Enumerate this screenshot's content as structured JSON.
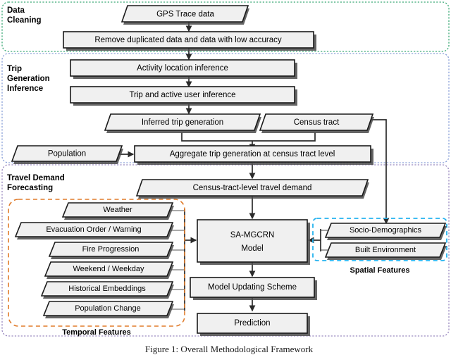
{
  "figure": {
    "caption": "Figure 1: Overall Methodological Framework"
  },
  "sections": [
    {
      "id": "data-cleaning",
      "label_line1": "Data",
      "label_line2": "Cleaning",
      "border_color": "#3faa78"
    },
    {
      "id": "trip-generation-inference",
      "label_line1": "Trip",
      "label_line2": "Generation",
      "label_line3": "Inference",
      "border_color": "#8aa0d8"
    },
    {
      "id": "travel-demand-forecasting",
      "label_line1": "Travel Demand",
      "label_line2": "Forecasting",
      "border_color": "#9a8ac0"
    }
  ],
  "groups": {
    "temporal": {
      "caption": "Temporal Features",
      "border_color": "#e07b2a"
    },
    "spatial": {
      "caption": "Spatial Features",
      "border_color": "#24b2ef"
    }
  },
  "nodes": {
    "gps_trace": {
      "label": "GPS Trace data",
      "shape": "parallelogram"
    },
    "remove_dup": {
      "label": "Remove duplicated data and data with low accuracy",
      "shape": "rect"
    },
    "activity_location": {
      "label": "Activity location inference",
      "shape": "rect"
    },
    "trip_active_user": {
      "label": "Trip and active user inference",
      "shape": "rect"
    },
    "inferred_trip": {
      "label": "Inferred trip generation",
      "shape": "parallelogram"
    },
    "census_tract": {
      "label": "Census tract",
      "shape": "parallelogram"
    },
    "population": {
      "label": "Population",
      "shape": "parallelogram"
    },
    "aggregate_trip": {
      "label": "Aggregate trip generation at census tract level",
      "shape": "rect"
    },
    "census_tract_demand": {
      "label": "Census-tract-level travel demand",
      "shape": "parallelogram"
    },
    "model": {
      "label_line1": "SA-MGCRN",
      "label_line2": "Model",
      "shape": "rect"
    },
    "model_update": {
      "label": "Model Updating Scheme",
      "shape": "rect"
    },
    "prediction": {
      "label": "Prediction",
      "shape": "rect"
    }
  },
  "temporal_features": [
    {
      "label": "Weather"
    },
    {
      "label": "Evacuation Order / Warning"
    },
    {
      "label": "Fire Progression"
    },
    {
      "label": "Weekend / Weekday"
    },
    {
      "label": "Historical Embeddings"
    },
    {
      "label": "Population Change"
    }
  ],
  "spatial_features": [
    {
      "label": "Socio-Demographics"
    },
    {
      "label": "Built Environment"
    }
  ],
  "colors": {
    "node_fill": "#f0f0f0",
    "node_stroke": "#1a1a1a",
    "connector": "#2b2b2b"
  }
}
